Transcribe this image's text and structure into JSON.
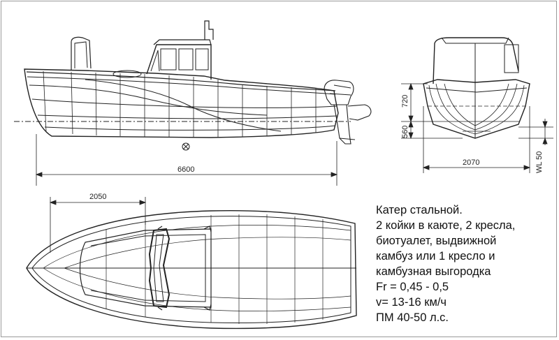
{
  "dimensions": {
    "length_overall": "6600",
    "front_offset": "2050",
    "beam": "2070",
    "height_upper": "720",
    "height_lower": "560",
    "waterline": "WL 50"
  },
  "spec": {
    "lines": [
      "Катер стальной.",
      "2 койки в каюте, 2 кресла,",
      "биотуалет, выдвижной",
      "камбуз или 1 кресло и",
      "камбузная выгородка",
      "Fr = 0,45 - 0,5",
      "v= 13-16 км/ч",
      "ПМ 40-50 л.с."
    ]
  },
  "colors": {
    "line": "#222222",
    "frame": "#9a9a9a"
  }
}
